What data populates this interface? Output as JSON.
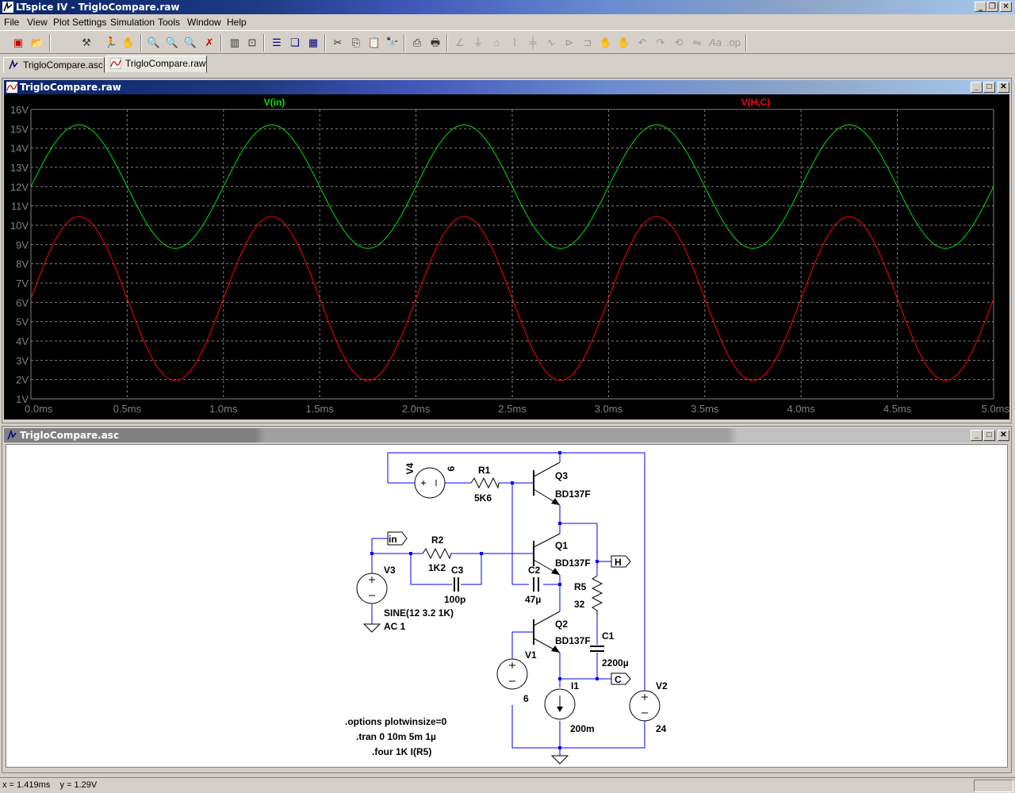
{
  "window": {
    "title": "LTspice IV - TrigloCompare.raw"
  },
  "menu": [
    "File",
    "View",
    "Plot Settings",
    "Simulation",
    "Tools",
    "Window",
    "Help"
  ],
  "toolbar_icons": [
    "new-schematic-icon",
    "open-icon",
    "control-panel-icon",
    "run-icon",
    "pan-icon",
    "zoom-in-icon",
    "zoom-area-icon",
    "zoom-out-icon",
    "zoom-cancel-icon",
    "autorange-icon",
    "zoom-fit-icon",
    "tile-horizontal-icon",
    "cascade-icon",
    "tile-vertical-icon",
    "cut-icon",
    "copy-icon",
    "paste-icon",
    "find-icon",
    "print-setup-icon",
    "print-icon",
    "wire-icon",
    "ground-icon",
    "label-icon",
    "resistor-icon",
    "capacitor-icon",
    "inductor-icon",
    "diode-icon",
    "component-icon",
    "move-icon",
    "drag-icon",
    "undo-icon",
    "redo-icon",
    "rotate-icon",
    "mirror-icon",
    "text-icon",
    "spice-directive-icon"
  ],
  "tabs": [
    {
      "label": "TrigloCompare.asc",
      "active": false
    },
    {
      "label": "TrigloCompare.raw",
      "active": true
    }
  ],
  "plot_window": {
    "title": "TrigloCompare.raw"
  },
  "schematic_window": {
    "title": "TrigloCompare.asc"
  },
  "chart_data": {
    "type": "line",
    "x_ticks": [
      "0.0ms",
      "0.5ms",
      "1.0ms",
      "1.5ms",
      "2.0ms",
      "2.5ms",
      "3.0ms",
      "3.5ms",
      "4.0ms",
      "4.5ms",
      "5.0ms"
    ],
    "y_ticks": [
      "16V",
      "15V",
      "14V",
      "13V",
      "12V",
      "11V",
      "10V",
      "9V",
      "8V",
      "7V",
      "6V",
      "5V",
      "4V",
      "3V",
      "2V",
      "1V"
    ],
    "xlim": [
      0,
      5
    ],
    "ylim": [
      1,
      16
    ],
    "grid": true,
    "series": [
      {
        "name": "V(in)",
        "color": "#00e000",
        "offset": 12.0,
        "amplitude": 3.2,
        "frequency_khz": 1,
        "phase_deg": 0
      },
      {
        "name": "V(H,C)",
        "color": "#ff0000",
        "offset": 6.2,
        "amplitude": 4.25,
        "frequency_khz": 1,
        "phase_deg": 0
      }
    ]
  },
  "schematic": {
    "components": [
      {
        "ref": "V4",
        "value": "6"
      },
      {
        "ref": "R1",
        "value": "5K6"
      },
      {
        "ref": "Q3",
        "value": "BD137F"
      },
      {
        "ref": "R2",
        "value": "1K2"
      },
      {
        "ref": "C3",
        "value": "100p"
      },
      {
        "ref": "V3",
        "value": "SINE(12 3.2 1K)",
        "value2": "AC 1"
      },
      {
        "ref": "Q1",
        "value": "BD137F"
      },
      {
        "ref": "C2",
        "value": "47µ"
      },
      {
        "ref": "R5",
        "value": "32"
      },
      {
        "ref": "Q2",
        "value": "BD137F"
      },
      {
        "ref": "C1",
        "value": "2200µ"
      },
      {
        "ref": "V1",
        "value": "6"
      },
      {
        "ref": "I1",
        "value": "200m"
      },
      {
        "ref": "V2",
        "value": "24"
      }
    ],
    "net_labels": [
      "in",
      "H",
      "C"
    ],
    "directives": [
      ".options plotwinsize=0",
      ".tran 0 10m 5m 1µ",
      ".four 1K I(R5)"
    ]
  },
  "status": {
    "text": "x = 1.419ms    y = 1.29V"
  },
  "colors": {
    "wire": "#0000ff",
    "component": "#000000",
    "grid": "#808080",
    "plot_bg": "#000000"
  }
}
